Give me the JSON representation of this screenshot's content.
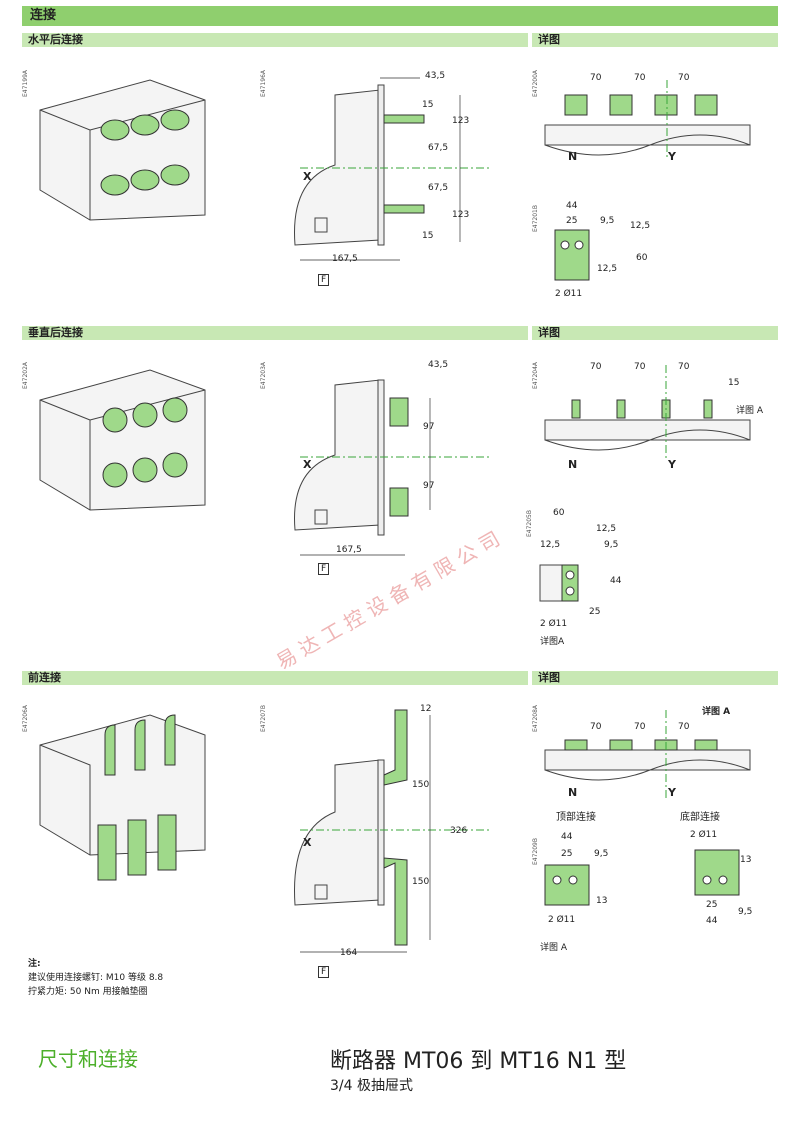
{
  "header": {
    "title": "连接"
  },
  "sections": [
    {
      "title": "水平后连接",
      "detail": "详图"
    },
    {
      "title": "垂直后连接",
      "detail": "详图"
    },
    {
      "title": "前连接",
      "detail": "详图"
    }
  ],
  "refs": {
    "s1": [
      "E47199A",
      "E47196A",
      "E47200A",
      "E47201B"
    ],
    "s2": [
      "E47202A",
      "E47203A",
      "E47204A",
      "E47205B"
    ],
    "s3": [
      "E47206A",
      "E47207B",
      "E47208A",
      "E47209B"
    ]
  },
  "s1": {
    "side": {
      "top": "43,5",
      "d1": "15",
      "d2": "123",
      "d3": "67,5",
      "d4": "67,5",
      "d5": "123",
      "d6": "15",
      "depth": "167,5",
      "f": "F",
      "x": "X"
    },
    "detail": {
      "p1": "70",
      "p2": "70",
      "p3": "70",
      "n": "N",
      "y": "Y"
    },
    "small": {
      "w": "44",
      "a": "25",
      "b": "9,5",
      "c": "12,5",
      "h": "60",
      "e": "12,5",
      "holes": "2 Ø11"
    }
  },
  "s2": {
    "side": {
      "top": "43,5",
      "d1": "97",
      "d2": "97",
      "depth": "167,5",
      "f": "F",
      "x": "X"
    },
    "detail": {
      "p1": "70",
      "p2": "70",
      "p3": "70",
      "w": "15",
      "label": "详图 A",
      "n": "N",
      "y": "Y"
    },
    "small": {
      "w": "60",
      "c": "12,5",
      "e": "12,5",
      "b": "9,5",
      "h": "44",
      "a": "25",
      "holes": "2 Ø11",
      "label": "详图A"
    }
  },
  "s3": {
    "side": {
      "top": "12",
      "d1": "150",
      "d2": "326",
      "d3": "150",
      "depth": "164",
      "f": "F",
      "x": "X"
    },
    "detail": {
      "label": "详图 A",
      "p1": "70",
      "p2": "70",
      "p3": "70",
      "n": "N",
      "y": "Y",
      "top_conn": "顶部连接",
      "bottom_conn": "底部连接"
    },
    "top_small": {
      "w": "44",
      "a": "25",
      "b": "9,5",
      "h": "13",
      "holes": "2 Ø11",
      "label": "详图 A"
    },
    "bot_small": {
      "holes": "2 Ø11",
      "h": "13",
      "a": "25",
      "b": "9,5",
      "w": "44"
    }
  },
  "notes": {
    "title": "注:",
    "line1": "建议使用连接螺钉: M10 等级 8.8",
    "line2": "拧紧力矩: 50 Nm 用接触垫圈"
  },
  "watermark": "易达工控设备有限公司",
  "footer": {
    "left": "尺寸和连接",
    "title": "断路器 MT06 到 MT16 N1 型",
    "subtitle": "3/4 极抽屉式"
  },
  "colors": {
    "accent": "#8fcf6e",
    "accent_light": "#c8e8b4",
    "part": "#9fd98a",
    "axis": "#3aa63a"
  }
}
